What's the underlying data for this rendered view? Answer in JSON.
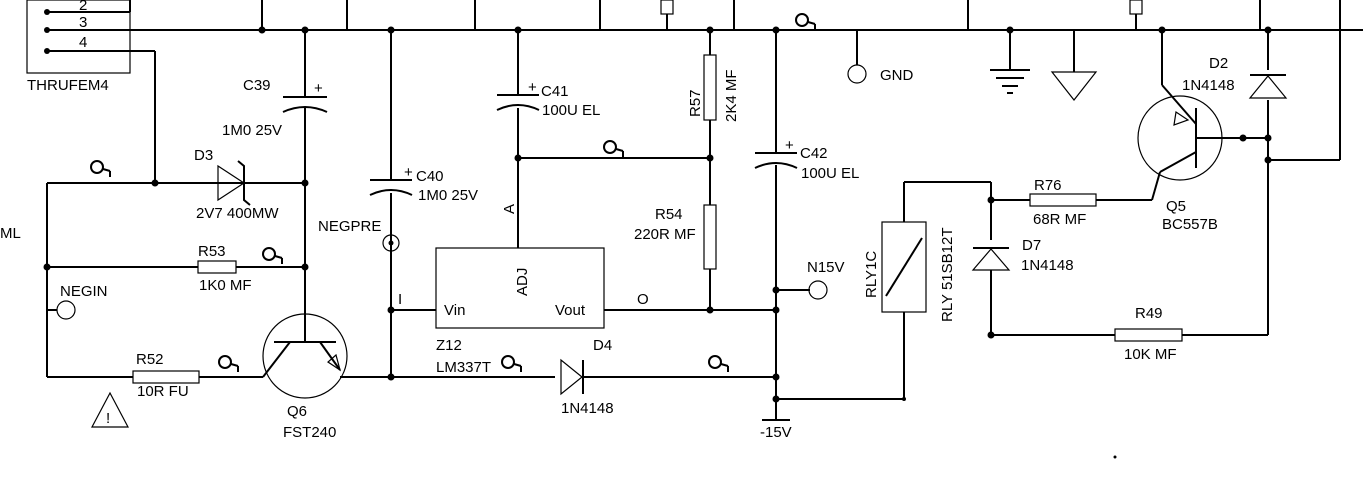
{
  "connector": {
    "pins": [
      "2",
      "3",
      "4"
    ],
    "name": "THRUFEM4"
  },
  "edge_label": "ML",
  "components": {
    "C39": {
      "ref": "C39",
      "value": "1M0 25V"
    },
    "C40": {
      "ref": "C40",
      "value": "1M0 25V"
    },
    "C41": {
      "ref": "C41",
      "value": "100U EL"
    },
    "C42": {
      "ref": "C42",
      "value": "100U EL"
    },
    "D3": {
      "ref": "D3",
      "value": "2V7 400MW"
    },
    "D4": {
      "ref": "D4",
      "value": "1N4148"
    },
    "D7": {
      "ref": "D7",
      "value": "1N4148"
    },
    "D2": {
      "ref": "D2",
      "value": "1N4148"
    },
    "R53": {
      "ref": "R53",
      "value": "1K0 MF"
    },
    "R52": {
      "ref": "R52",
      "value": "10R FU"
    },
    "R57": {
      "ref": "R57",
      "value": "2K4 MF"
    },
    "R54": {
      "ref": "R54",
      "value": "220R MF"
    },
    "R76": {
      "ref": "R76",
      "value": "68R MF"
    },
    "R49": {
      "ref": "R49",
      "value": "10K MF"
    },
    "Q6": {
      "ref": "Q6",
      "value": "FST240"
    },
    "Q5": {
      "ref": "Q5",
      "value": "BC557B"
    },
    "Z12": {
      "ref": "Z12",
      "value": "LM337T",
      "pin_in": "Vin",
      "pin_out": "Vout",
      "pin_adj": "ADJ",
      "net_i": "I",
      "net_o": "O",
      "net_a": "A"
    },
    "RLY": {
      "ref": "RLY1C",
      "value": "RLY 51SB12T"
    }
  },
  "nets": {
    "gnd": "GND",
    "negpre": "NEGPRE",
    "negin": "NEGIN",
    "n15v": "N15V",
    "minus15v": "-15V"
  },
  "symbols": {
    "plus": "+",
    "warning": "!"
  }
}
